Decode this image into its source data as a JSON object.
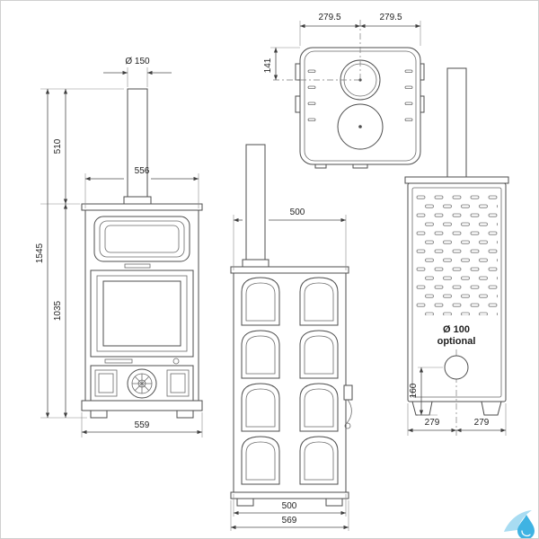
{
  "drawing": {
    "front": {
      "flue_diameter": "Ø 150",
      "chimney_height": "510",
      "total_height": "1545",
      "firebox_height": "1035",
      "top_width": "556",
      "base_width": "559"
    },
    "side": {
      "top_depth": "500",
      "body_depth": "500",
      "base_depth": "569"
    },
    "top": {
      "left_half": "279.5",
      "right_half": "279.5",
      "flue_offset": "141"
    },
    "rear": {
      "optional_flue": "Ø 100",
      "optional_label": "optional",
      "outlet_height": "160",
      "left_half": "279",
      "right_half": "279"
    },
    "colors": {
      "line": "#4d4d4d",
      "dimension": "#4f4f4f",
      "logo_blue": "#3fb3e3"
    }
  }
}
